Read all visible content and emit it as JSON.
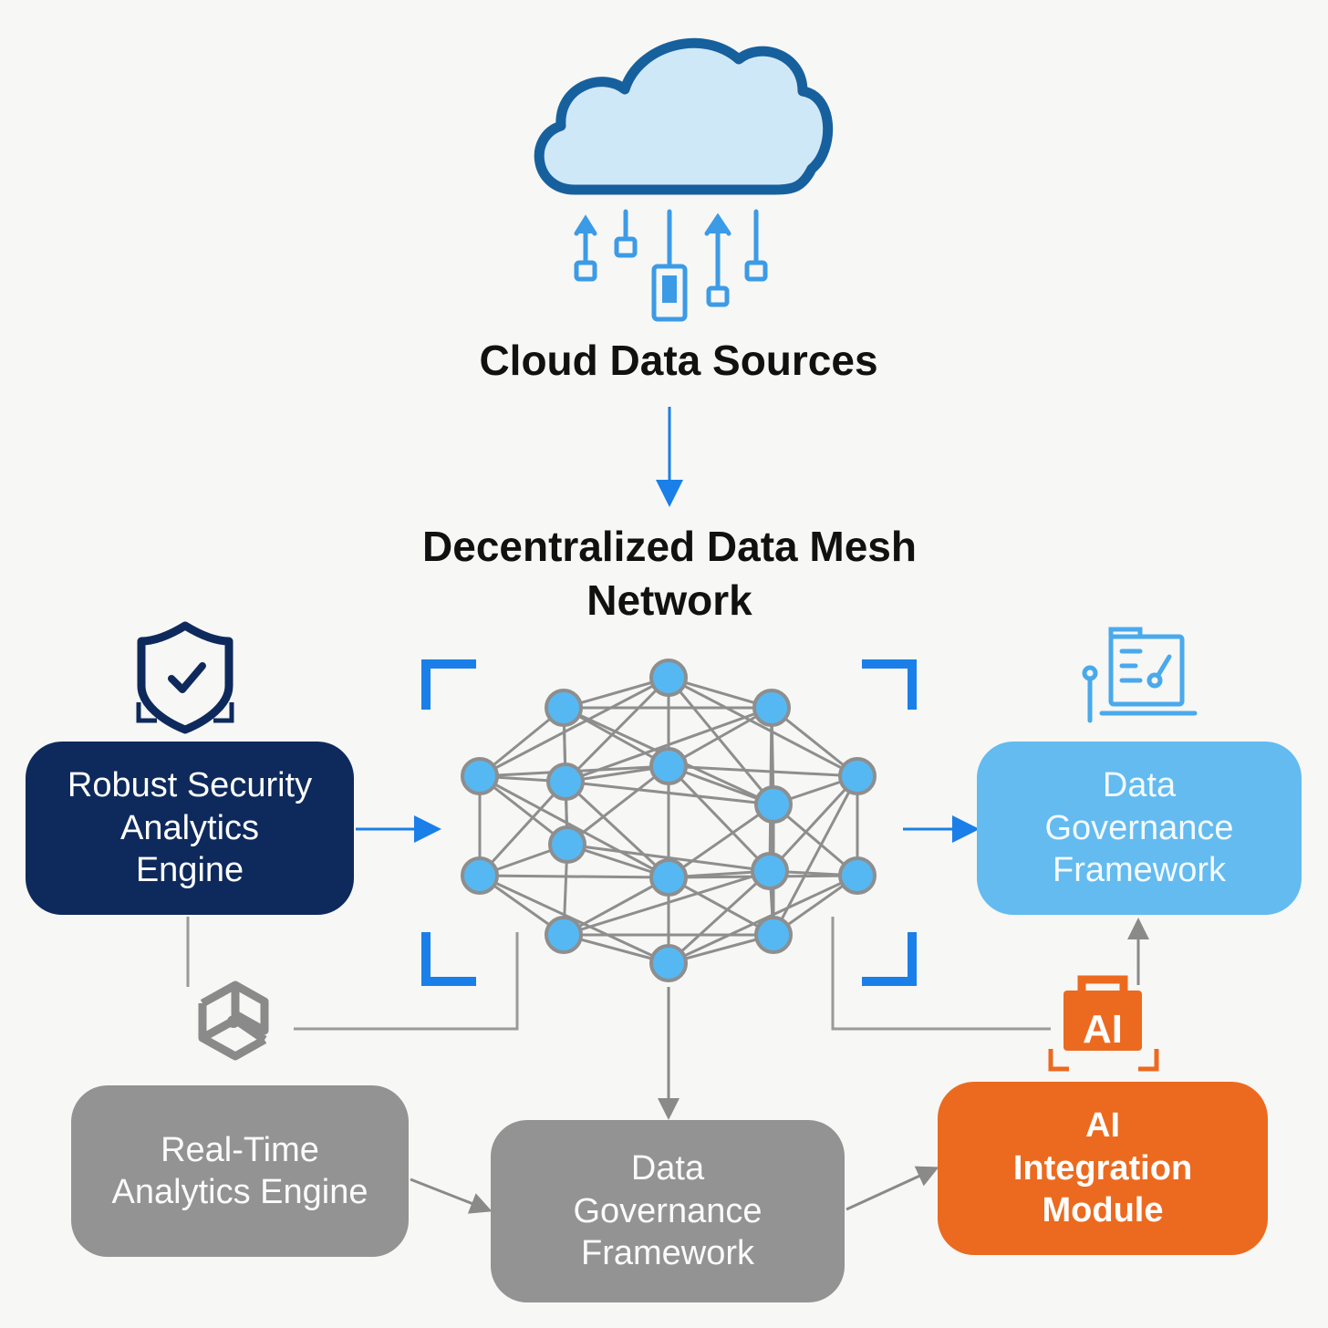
{
  "cloud": {
    "title": "Cloud Data Sources"
  },
  "mesh": {
    "title_line1": "Decentralized Data Mesh",
    "title_line2": "Network"
  },
  "nodes": {
    "security": {
      "line1": "Robust Security",
      "line2": "Analytics",
      "line3": "Engine"
    },
    "governance_right": {
      "line1": "Data",
      "line2": "Governance",
      "line3": "Framework"
    },
    "realtime": {
      "line1": "Real-Time",
      "line2": "Analytics Engine"
    },
    "governance_center": {
      "line1": "Data",
      "line2": "Governance",
      "line3": "Framework"
    },
    "ai": {
      "line1": "AI",
      "line2": "Integration",
      "line3": "Module"
    }
  },
  "ai_badge": {
    "label": "AI"
  },
  "icons": {
    "cloud": "cloud-icon",
    "security": "shield-check-icon",
    "governance": "dashboard-document-icon",
    "connector": "puzzle-link-icon",
    "ai": "ai-briefcase-icon"
  },
  "colors": {
    "navy": "#0e2a5c",
    "sky": "#63bbf0",
    "blue_accent": "#1a7fe8",
    "gray_box": "#939393",
    "orange": "#ec6a1f",
    "cloud_fill": "#cfe8f8",
    "cloud_stroke": "#17609e"
  }
}
